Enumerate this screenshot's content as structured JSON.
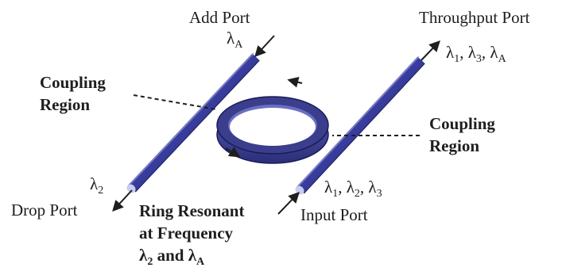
{
  "labels": {
    "add_port": "Add Port",
    "throughput_port": "Throughput Port",
    "drop_port": "Drop Port",
    "input_port": "Input Port",
    "coupling_region_left_line1": "Coupling",
    "coupling_region_left_line2": "Region",
    "coupling_region_right_line1": "Coupling",
    "coupling_region_right_line2": "Region",
    "ring_line1": "Ring Resonant",
    "ring_line2": "at Frequency",
    "ring_line3_and": "and"
  },
  "wavelengths": {
    "lambda": "λ",
    "add": {
      "sub": "A"
    },
    "drop": {
      "sub": "2"
    },
    "throughput": {
      "p1": "1",
      "p2": "3",
      "p3": "A"
    },
    "input": {
      "p1": "1",
      "p2": "2",
      "p3": "3"
    },
    "ring": {
      "p1": "2",
      "p2": "A"
    },
    "comma": ", "
  },
  "colors": {
    "waveguide": "#3a3f9e",
    "waveguide_dark": "#1c1f66",
    "waveguide_light": "#8a8fd8",
    "ring_top": "#3b3e8c",
    "ring_side": "#4a4fa8",
    "text": "#1e1e1e"
  }
}
